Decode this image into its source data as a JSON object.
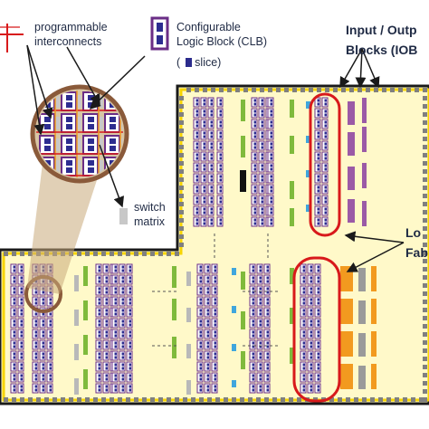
{
  "labels": {
    "prog_line1": "programmable",
    "prog_line2": "interconnects",
    "clb_line1": "Configurable",
    "clb_line2": "Logic Block (CLB)",
    "slice_open": "(",
    "slice_text": "slice)",
    "switch_line1": "switch",
    "switch_line2": "matrix",
    "io_line1": "Input / Outp",
    "io_line2": "Blocks (IOB",
    "lf_line1": "Lo",
    "lf_line2": "Fab"
  },
  "colors": {
    "fabric_fill": "#fff9c9",
    "fabric_border": "#1a1a1a",
    "fabric_border_yellow": "#f6d400",
    "clb_border": "#6a2d86",
    "clb_slice": "#2d2d90",
    "iob_pad": "#808080",
    "iob_block": "#9b5aa6",
    "iob_orange": "#f29a1f",
    "callout_red": "#d8191b",
    "zoom_ring": "#8a5a3a",
    "zoom_fill": "#c8a97a",
    "accent_green": "#7fba3c",
    "accent_blue": "#3fa6dd",
    "text": "#1f2a44"
  },
  "icons": [
    "crosshair-interconnect-icon",
    "clb-legend-icon",
    "slice-legend-icon",
    "switch-matrix-legend-icon"
  ]
}
